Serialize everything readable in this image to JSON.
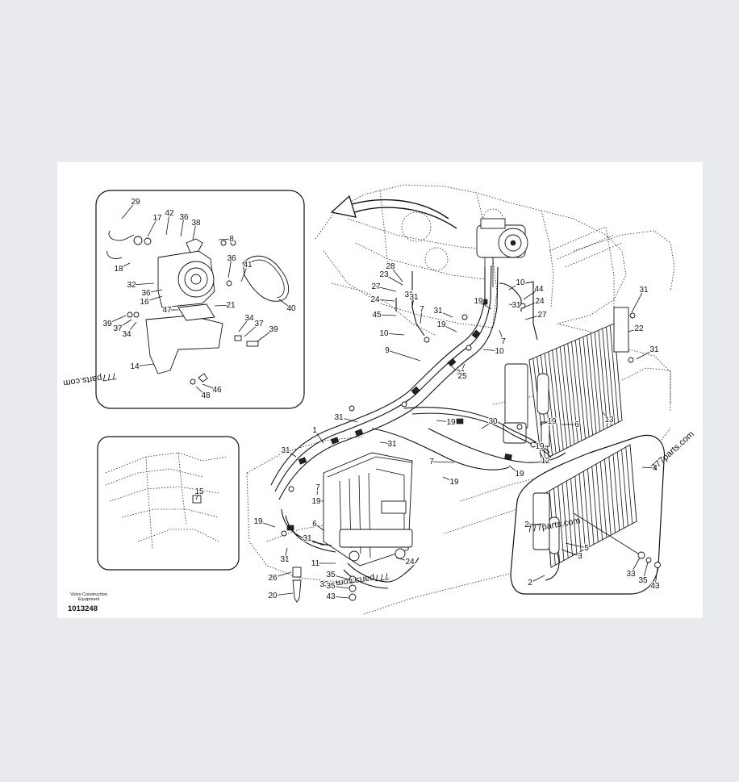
{
  "footer": {
    "brand_line1": "Volvo Construction",
    "brand_line2": "Equipment",
    "illustration_number": "1013248"
  },
  "watermarks": [
    "777parts.com",
    "777parts.com",
    "777parts.com",
    "777parts.com"
  ],
  "callouts": {
    "inset_top": [
      "29",
      "17",
      "42",
      "36",
      "38",
      "8",
      "18",
      "36",
      "41",
      "32",
      "16",
      "36",
      "40",
      "47",
      "21",
      "39",
      "37",
      "34",
      "34",
      "37",
      "39",
      "14",
      "46",
      "48"
    ],
    "inset_bottom": [
      "15"
    ],
    "main": [
      "28",
      "23",
      "27",
      "31",
      "24",
      "31",
      "45",
      "7",
      "31",
      "10",
      "19",
      "10",
      "44",
      "24",
      "27",
      "31",
      "7",
      "19",
      "10",
      "31",
      "31",
      "22",
      "9",
      "31",
      "25",
      "30",
      "31",
      "19",
      "13",
      "1",
      "6",
      "19",
      "31",
      "31",
      "6",
      "19",
      "7",
      "19",
      "19",
      "12",
      "19",
      "31",
      "19",
      "7",
      "31",
      "11",
      "26",
      "20",
      "35",
      "33",
      "35",
      "43",
      "24"
    ],
    "inset_right": [
      "4",
      "2",
      "5",
      "3",
      "2",
      "33",
      "35",
      "43"
    ]
  }
}
